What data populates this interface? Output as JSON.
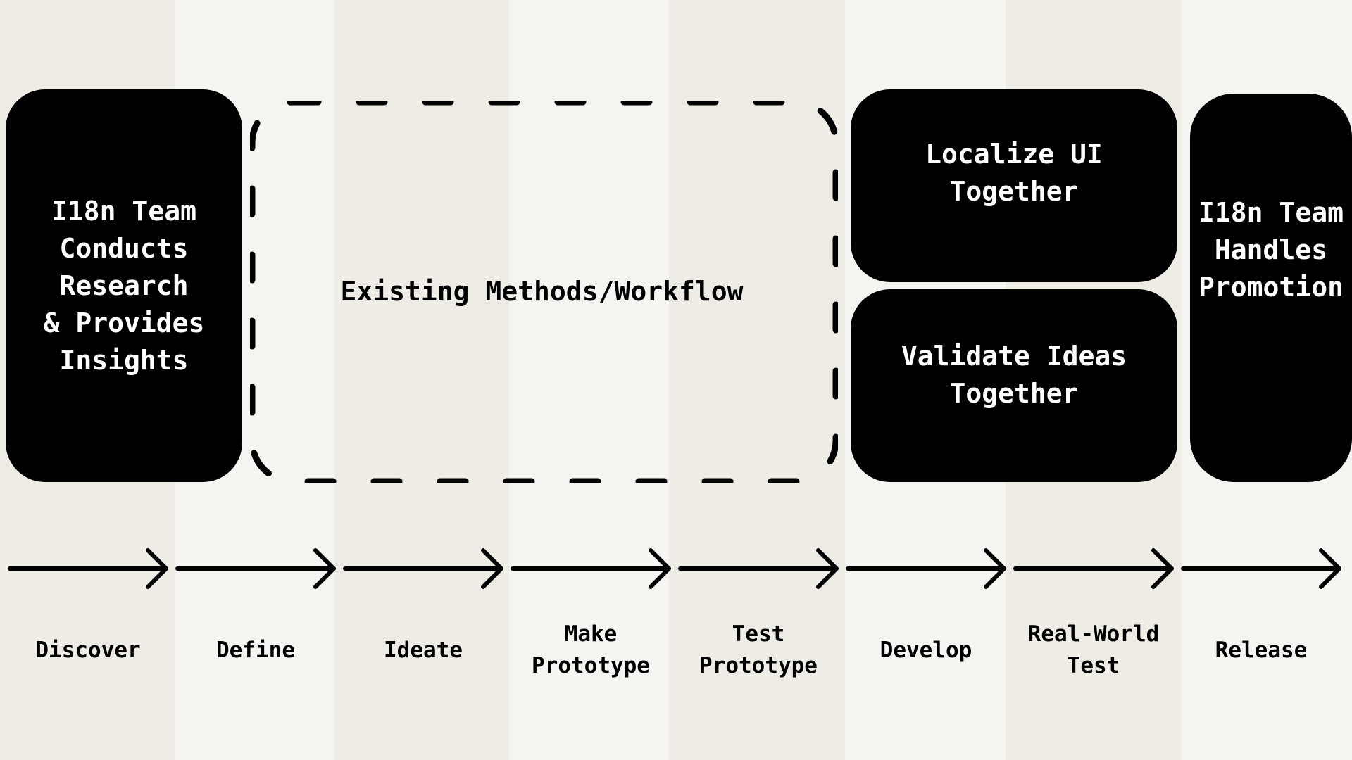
{
  "diagram": {
    "blocks": {
      "discover": "I18n Team\nConducts\nResearch\n& Provides\nInsights",
      "localize": "Localize UI\nTogether",
      "validate": "Validate Ideas\nTogether",
      "release": "I18n Team\nHandles\nPromotion"
    },
    "existing_label": "Existing Methods/Workflow",
    "stages": [
      "Discover",
      "Define",
      "Ideate",
      "Make\nPrototype",
      "Test\nPrototype",
      "Develop",
      "Real-World\nTest",
      "Release"
    ],
    "colors": {
      "block": "#000000",
      "block_text": "#ffffff",
      "column_dark": "#efece6",
      "column_light": "#f5f4f0"
    }
  }
}
